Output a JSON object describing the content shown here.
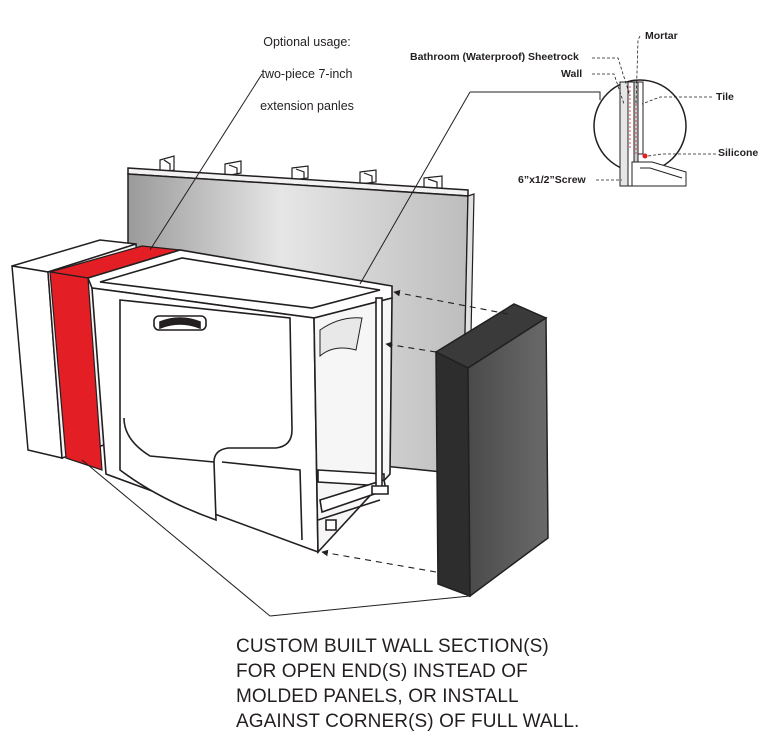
{
  "callout": {
    "line1": "Optional usage:",
    "line2": "two-piece 7-inch",
    "line3": "extension panles"
  },
  "detail_labels": {
    "mortar": "Mortar",
    "sheetrock": "Bathroom (Waterproof) Sheetrock",
    "wall": "Wall",
    "tile": "Tile",
    "silicone": "Silicone",
    "screw": "6”x1/2”Screw"
  },
  "caption": {
    "line1": "CUSTOM BUILT WALL SECTION(S)",
    "line2": "FOR OPEN END(S) INSTEAD OF",
    "line3": "MOLDED PANELS, OR INSTALL",
    "line4": "AGAINST CORNER(S) OF FULL WALL."
  },
  "colors": {
    "outline": "#231f20",
    "wall_panel": "#cfcfcf",
    "end_panel": "#5a5a5a",
    "extension_panel": "#e31e24",
    "tub_white": "#ffffff"
  }
}
